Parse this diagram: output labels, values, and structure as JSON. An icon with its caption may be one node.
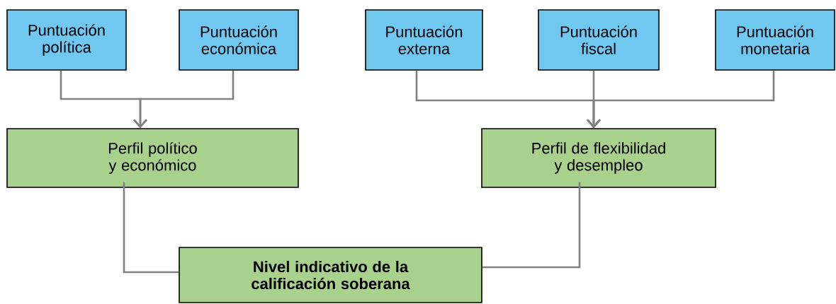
{
  "diagram": {
    "nodes": [
      {
        "text": [
          "Puntuación política"
        ]
      },
      {
        "text": [
          "Puntuación económica"
        ]
      },
      {
        "text": [
          "Puntuación externa"
        ]
      },
      {
        "text": [
          "Puntuación fiscal"
        ]
      },
      {
        "text": [
          "Puntuación monetaria"
        ]
      },
      {
        "text": [
          "Perfil político y económico"
        ]
      },
      {
        "text": [
          "Perfil de flexibilidad y desempleo"
        ]
      },
      {
        "text": [
          "Nivel indicativo de la calificación soberana"
        ]
      }
    ],
    "edges": [
      {
        "from": 0,
        "to": 5,
        "arrow": "to"
      },
      {
        "from": 1,
        "to": 5,
        "arrow": "to"
      },
      {
        "from": 2,
        "to": 6,
        "arrow": "to"
      },
      {
        "from": 3,
        "to": 6,
        "arrow": "to"
      },
      {
        "from": 4,
        "to": 6,
        "arrow": "to"
      },
      {
        "from": 5,
        "to": 7,
        "arrow": "none"
      },
      {
        "from": 6,
        "to": 7,
        "arrow": "none"
      }
    ]
  }
}
